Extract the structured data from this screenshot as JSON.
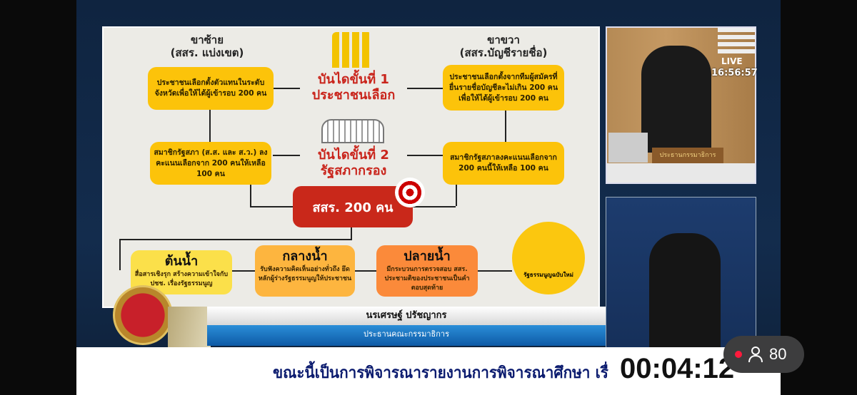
{
  "slide": {
    "left_header": [
      "ขาซ้าย",
      "(สสร. แบ่งเขต)"
    ],
    "right_header": [
      "ขาขวา",
      "(สสร.บัญชีรายชื่อ)"
    ],
    "step1": [
      "บันไดขั้นที่ 1",
      "ประชาชนเลือก"
    ],
    "step2": [
      "บันไดขั้นที่ 2",
      "รัฐสภากรอง"
    ],
    "left_box1": "ประชาชนเลือกตั้งตัวแทนในระดับจังหวัดเพื่อให้ได้ผู้เข้ารอบ 200 คน",
    "left_box2": "สมาชิกรัฐสภา (ส.ส. และ ส.ว.) ลงคะแนนเลือกจาก 200 คนให้เหลือ 100 คน",
    "right_box1": "ประชาชนเลือกตั้งจากทีมผู้สมัครที่ยื่นรายชื่อบัญชีละไม่เกิน 200 คน เพื่อให้ได้ผู้เข้ารอบ 200 คน",
    "right_box2": "สมาชิกรัฐสภาลงคะแนนเลือกจาก 200 คนนี้ให้เหลือ 100 คน",
    "goal": "สสร. 200 คน",
    "stages": [
      {
        "title": "ต้นน้ำ",
        "text": "สื่อสารเชิงรุก สร้างความเข้าใจกับ ปชช. เรื่องรัฐธรรมนูญ",
        "color": "#fbe04a"
      },
      {
        "title": "กลางน้ำ",
        "text": "รับฟังความคิดเห็นอย่างทั่วถึง ยึดหลักผู้ร่างรัฐธรรมนูญให้ประชาชน",
        "color": "#fdb53f"
      },
      {
        "title": "ปลายน้ำ",
        "text": "มีกระบวนการตรวจสอบ สสร. ประชามติของประชาชนเป็นคำตอบสุดท้าย",
        "color": "#fb8a3a"
      }
    ],
    "result": "รัฐธรรมนูญฉบับใหม่"
  },
  "camera": {
    "live": "LIVE",
    "clock": "16:56:57",
    "nameplate": "ประธานกรรมาธิการ"
  },
  "lower_third": {
    "name": "นรเศรษฐ์ ปรัชญากร",
    "position": "ประธานคณะกรรมาธิการ"
  },
  "ticker": {
    "text": "ขณะนี้เป็นการพิจารณารายงานการพิจารณาศึกษา เรื่",
    "timer": "00:04:12"
  },
  "viewers": {
    "count": "80",
    "live_color": "#ff1a3c"
  }
}
